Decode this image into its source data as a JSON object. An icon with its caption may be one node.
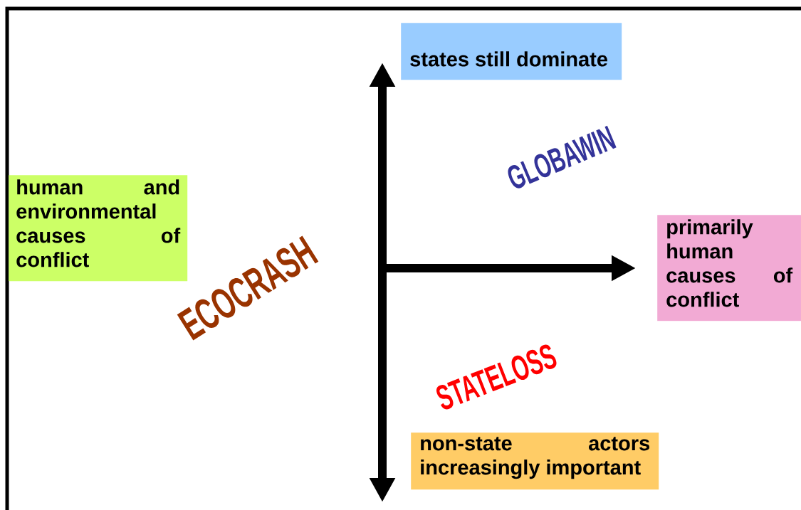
{
  "diagram": {
    "nodes": [
      {
        "text": [
          "states still dominate"
        ]
      },
      {
        "text": [
          "human and environmental causes of conflict"
        ]
      },
      {
        "text": [
          "primarily human causes of conflict"
        ]
      },
      {
        "text": [
          "non-state actors increasingly important"
        ]
      }
    ],
    "labels": [
      "GLOBAWIN",
      "ECOCRASH",
      "STATELOSS"
    ]
  }
}
